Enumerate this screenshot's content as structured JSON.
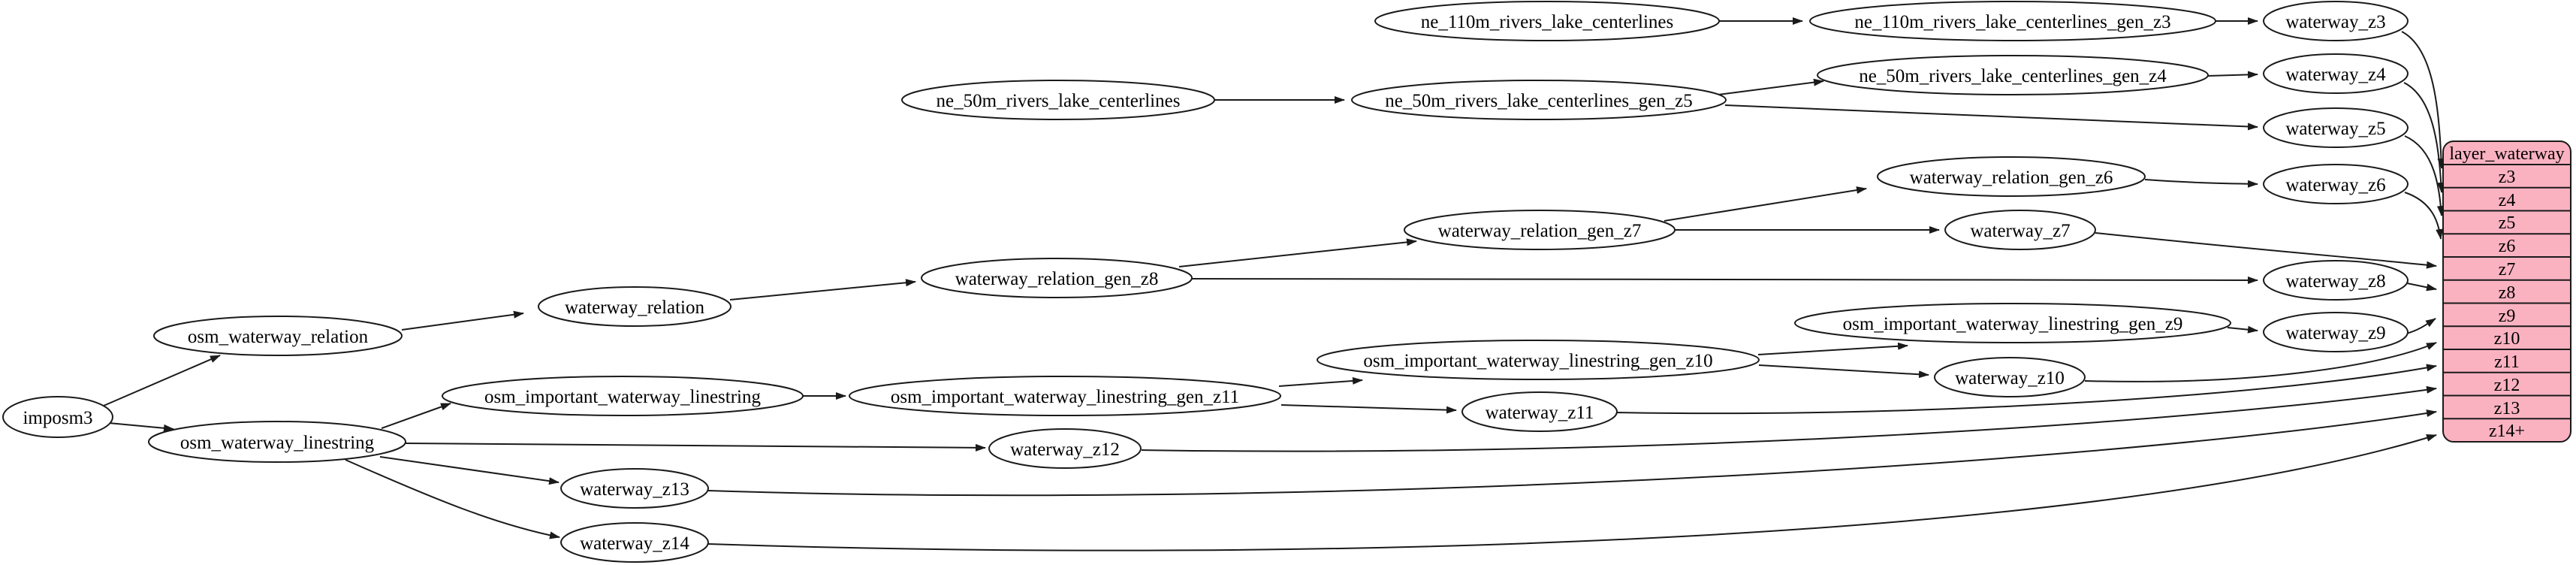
{
  "diagram": {
    "kind": "dependency-graph",
    "colors": {
      "background": "#ffffff",
      "node_fill": "#ffffff",
      "node_stroke": "#1a1a1a",
      "edge_color": "#1a1a1a",
      "table_fill": "#fab2c1",
      "table_stroke": "#1a1a1a",
      "text_color": "#000000"
    },
    "nodes": {
      "imposm3": {
        "label": "imposm3"
      },
      "osm_waterway_relation": {
        "label": "osm_waterway_relation"
      },
      "osm_waterway_linestring": {
        "label": "osm_waterway_linestring"
      },
      "waterway_relation": {
        "label": "waterway_relation"
      },
      "osm_important_waterway_linestring": {
        "label": "osm_important_waterway_linestring"
      },
      "waterway_z13": {
        "label": "waterway_z13"
      },
      "waterway_z14": {
        "label": "waterway_z14"
      },
      "ne_50m_rivers_lake_centerlines": {
        "label": "ne_50m_rivers_lake_centerlines"
      },
      "waterway_relation_gen_z8": {
        "label": "waterway_relation_gen_z8"
      },
      "osm_important_waterway_linestring_gen_z11": {
        "label": "osm_important_waterway_linestring_gen_z11"
      },
      "waterway_z12": {
        "label": "waterway_z12"
      },
      "ne_110m_rivers_lake_centerlines": {
        "label": "ne_110m_rivers_lake_centerlines"
      },
      "ne_50m_rivers_lake_centerlines_gen_z5": {
        "label": "ne_50m_rivers_lake_centerlines_gen_z5"
      },
      "waterway_relation_gen_z7": {
        "label": "waterway_relation_gen_z7"
      },
      "osm_important_waterway_linestring_gen_z10": {
        "label": "osm_important_waterway_linestring_gen_z10"
      },
      "waterway_z11": {
        "label": "waterway_z11"
      },
      "ne_110m_rivers_lake_centerlines_gen_z3": {
        "label": "ne_110m_rivers_lake_centerlines_gen_z3"
      },
      "ne_50m_rivers_lake_centerlines_gen_z4": {
        "label": "ne_50m_rivers_lake_centerlines_gen_z4"
      },
      "waterway_relation_gen_z6": {
        "label": "waterway_relation_gen_z6"
      },
      "waterway_z7": {
        "label": "waterway_z7"
      },
      "osm_important_waterway_linestring_gen_z9": {
        "label": "osm_important_waterway_linestring_gen_z9"
      },
      "waterway_z10": {
        "label": "waterway_z10"
      },
      "waterway_z3": {
        "label": "waterway_z3"
      },
      "waterway_z4": {
        "label": "waterway_z4"
      },
      "waterway_z5": {
        "label": "waterway_z5"
      },
      "waterway_z6": {
        "label": "waterway_z6"
      },
      "waterway_z8": {
        "label": "waterway_z8"
      },
      "waterway_z9": {
        "label": "waterway_z9"
      }
    },
    "table": {
      "title": "layer_waterway",
      "rows": [
        "z3",
        "z4",
        "z5",
        "z6",
        "z7",
        "z8",
        "z9",
        "z10",
        "z11",
        "z12",
        "z13",
        "z14+"
      ]
    },
    "edges": [
      {
        "from": "imposm3",
        "to": "osm_waterway_relation"
      },
      {
        "from": "imposm3",
        "to": "osm_waterway_linestring"
      },
      {
        "from": "osm_waterway_relation",
        "to": "waterway_relation"
      },
      {
        "from": "waterway_relation",
        "to": "waterway_relation_gen_z8"
      },
      {
        "from": "waterway_relation_gen_z8",
        "to": "waterway_relation_gen_z7"
      },
      {
        "from": "waterway_relation_gen_z8",
        "to": "waterway_z8"
      },
      {
        "from": "waterway_relation_gen_z7",
        "to": "waterway_relation_gen_z6"
      },
      {
        "from": "waterway_relation_gen_z7",
        "to": "waterway_z7"
      },
      {
        "from": "waterway_relation_gen_z6",
        "to": "waterway_z6"
      },
      {
        "from": "ne_110m_rivers_lake_centerlines",
        "to": "ne_110m_rivers_lake_centerlines_gen_z3"
      },
      {
        "from": "ne_110m_rivers_lake_centerlines_gen_z3",
        "to": "waterway_z3"
      },
      {
        "from": "ne_50m_rivers_lake_centerlines",
        "to": "ne_50m_rivers_lake_centerlines_gen_z5"
      },
      {
        "from": "ne_50m_rivers_lake_centerlines_gen_z5",
        "to": "ne_50m_rivers_lake_centerlines_gen_z4"
      },
      {
        "from": "ne_50m_rivers_lake_centerlines_gen_z5",
        "to": "waterway_z5"
      },
      {
        "from": "ne_50m_rivers_lake_centerlines_gen_z4",
        "to": "waterway_z4"
      },
      {
        "from": "osm_waterway_linestring",
        "to": "osm_important_waterway_linestring"
      },
      {
        "from": "osm_important_waterway_linestring",
        "to": "osm_important_waterway_linestring_gen_z11"
      },
      {
        "from": "osm_important_waterway_linestring_gen_z11",
        "to": "osm_important_waterway_linestring_gen_z10"
      },
      {
        "from": "osm_important_waterway_linestring_gen_z11",
        "to": "waterway_z11"
      },
      {
        "from": "osm_important_waterway_linestring_gen_z10",
        "to": "osm_important_waterway_linestring_gen_z9"
      },
      {
        "from": "osm_important_waterway_linestring_gen_z10",
        "to": "waterway_z10"
      },
      {
        "from": "osm_important_waterway_linestring_gen_z9",
        "to": "waterway_z9"
      },
      {
        "from": "osm_waterway_linestring",
        "to": "waterway_z12"
      },
      {
        "from": "osm_waterway_linestring",
        "to": "waterway_z13"
      },
      {
        "from": "osm_waterway_linestring",
        "to": "waterway_z14"
      },
      {
        "from": "waterway_z3",
        "to": "layer_waterway.z3"
      },
      {
        "from": "waterway_z4",
        "to": "layer_waterway.z4"
      },
      {
        "from": "waterway_z5",
        "to": "layer_waterway.z5"
      },
      {
        "from": "waterway_z6",
        "to": "layer_waterway.z6"
      },
      {
        "from": "waterway_z7",
        "to": "layer_waterway.z7"
      },
      {
        "from": "waterway_z8",
        "to": "layer_waterway.z8"
      },
      {
        "from": "waterway_z9",
        "to": "layer_waterway.z9"
      },
      {
        "from": "waterway_z10",
        "to": "layer_waterway.z10"
      },
      {
        "from": "waterway_z11",
        "to": "layer_waterway.z11"
      },
      {
        "from": "waterway_z12",
        "to": "layer_waterway.z12"
      },
      {
        "from": "waterway_z13",
        "to": "layer_waterway.z13"
      },
      {
        "from": "waterway_z14",
        "to": "layer_waterway.z14+"
      }
    ]
  }
}
